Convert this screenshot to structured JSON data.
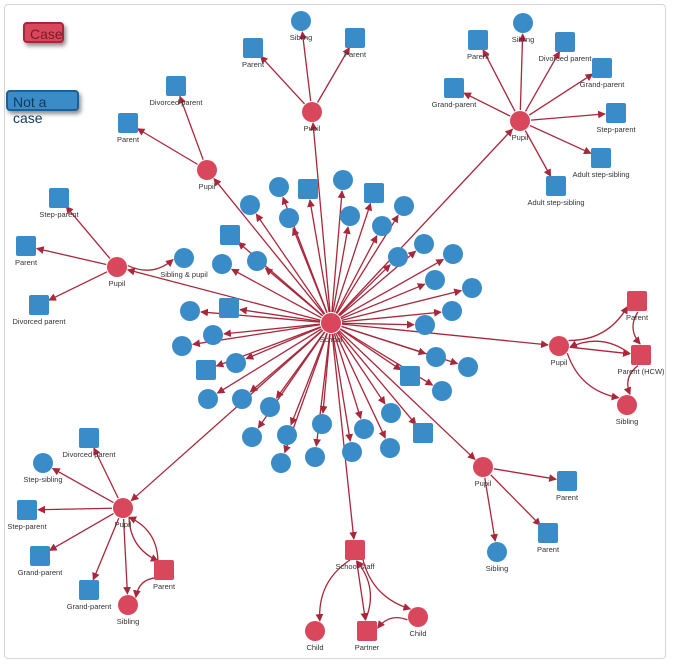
{
  "legend": {
    "case_label": "Case",
    "not_case_label": "Not a case"
  },
  "colors": {
    "case": "#d8475c",
    "not_case": "#3a8cc8",
    "edge": "#a9273a"
  },
  "nodes": [
    {
      "id": "school",
      "label": "School",
      "cls": "case",
      "shape": "circle"
    },
    {
      "id": "p_top",
      "label": "Pupil",
      "cls": "case",
      "shape": "circle"
    },
    {
      "id": "p_top_sib",
      "label": "Sibling",
      "cls": "not_case",
      "shape": "circle"
    },
    {
      "id": "p_top_par1",
      "label": "Parent",
      "cls": "not_case",
      "shape": "square"
    },
    {
      "id": "p_top_par2",
      "label": "Parent",
      "cls": "not_case",
      "shape": "square"
    },
    {
      "id": "p_tl",
      "label": "Pupil",
      "cls": "case",
      "shape": "circle"
    },
    {
      "id": "p_tl_div",
      "label": "Divorced parent",
      "cls": "not_case",
      "shape": "square"
    },
    {
      "id": "p_tl_par",
      "label": "Parent",
      "cls": "not_case",
      "shape": "square"
    },
    {
      "id": "p_tr",
      "label": "Pupil",
      "cls": "case",
      "shape": "circle"
    },
    {
      "id": "p_tr_sib",
      "label": "Sibling",
      "cls": "not_case",
      "shape": "circle"
    },
    {
      "id": "p_tr_par",
      "label": "Parent",
      "cls": "not_case",
      "shape": "square"
    },
    {
      "id": "p_tr_div",
      "label": "Divorced parent",
      "cls": "not_case",
      "shape": "square"
    },
    {
      "id": "p_tr_gp1",
      "label": "Grand-parent",
      "cls": "not_case",
      "shape": "square"
    },
    {
      "id": "p_tr_gp2",
      "label": "Grand-parent",
      "cls": "not_case",
      "shape": "square"
    },
    {
      "id": "p_tr_step",
      "label": "Step-parent",
      "cls": "not_case",
      "shape": "square"
    },
    {
      "id": "p_tr_as1",
      "label": "Adult step-sibling",
      "cls": "not_case",
      "shape": "square"
    },
    {
      "id": "p_tr_as2",
      "label": "Adult step-sibling",
      "cls": "not_case",
      "shape": "square"
    },
    {
      "id": "p_l",
      "label": "Pupil",
      "cls": "case",
      "shape": "circle"
    },
    {
      "id": "p_l_step",
      "label": "Step-parent",
      "cls": "not_case",
      "shape": "square"
    },
    {
      "id": "p_l_par",
      "label": "Parent",
      "cls": "not_case",
      "shape": "square"
    },
    {
      "id": "p_l_div",
      "label": "Divorced parent",
      "cls": "not_case",
      "shape": "square"
    },
    {
      "id": "p_l_sp",
      "label": "Sibling & pupil",
      "cls": "not_case",
      "shape": "circle"
    },
    {
      "id": "p_r",
      "label": "Pupil",
      "cls": "case",
      "shape": "circle"
    },
    {
      "id": "p_r_par",
      "label": "Parent",
      "cls": "case",
      "shape": "square"
    },
    {
      "id": "p_r_hcw",
      "label": "Parent (HCW)",
      "cls": "case",
      "shape": "square"
    },
    {
      "id": "p_r_sib",
      "label": "Sibling",
      "cls": "case",
      "shape": "circle"
    },
    {
      "id": "p_bl",
      "label": "Pupil",
      "cls": "case",
      "shape": "circle"
    },
    {
      "id": "p_bl_div",
      "label": "Divorced parent",
      "cls": "not_case",
      "shape": "square"
    },
    {
      "id": "p_bl_ss",
      "label": "Step-sibling",
      "cls": "not_case",
      "shape": "circle"
    },
    {
      "id": "p_bl_step",
      "label": "Step-parent",
      "cls": "not_case",
      "shape": "square"
    },
    {
      "id": "p_bl_gp1",
      "label": "Grand-parent",
      "cls": "not_case",
      "shape": "square"
    },
    {
      "id": "p_bl_gp2",
      "label": "Grand-parent",
      "cls": "not_case",
      "shape": "square"
    },
    {
      "id": "p_bl_par",
      "label": "Parent",
      "cls": "case",
      "shape": "square"
    },
    {
      "id": "p_bl_sib",
      "label": "Sibling",
      "cls": "case",
      "shape": "circle"
    },
    {
      "id": "p_br",
      "label": "Pupil",
      "cls": "case",
      "shape": "circle"
    },
    {
      "id": "p_br_par1",
      "label": "Parent",
      "cls": "not_case",
      "shape": "square"
    },
    {
      "id": "p_br_par2",
      "label": "Parent",
      "cls": "not_case",
      "shape": "square"
    },
    {
      "id": "p_br_sib",
      "label": "Sibling",
      "cls": "not_case",
      "shape": "circle"
    },
    {
      "id": "staff",
      "label": "School staff",
      "cls": "case",
      "shape": "square"
    },
    {
      "id": "staff_c1",
      "label": "Child",
      "cls": "case",
      "shape": "circle"
    },
    {
      "id": "staff_pt",
      "label": "Partner",
      "cls": "case",
      "shape": "square"
    },
    {
      "id": "staff_c2",
      "label": "Child",
      "cls": "case",
      "shape": "circle"
    },
    {
      "id": "u1",
      "label": "",
      "cls": "not_case",
      "shape": "circle"
    },
    {
      "id": "u2",
      "label": "",
      "cls": "not_case",
      "shape": "square"
    },
    {
      "id": "u3",
      "label": "",
      "cls": "not_case",
      "shape": "circle"
    },
    {
      "id": "u4",
      "label": "",
      "cls": "not_case",
      "shape": "square"
    },
    {
      "id": "u5",
      "label": "",
      "cls": "not_case",
      "shape": "circle"
    },
    {
      "id": "u6",
      "label": "",
      "cls": "not_case",
      "shape": "circle"
    },
    {
      "id": "u7",
      "label": "",
      "cls": "not_case",
      "shape": "circle"
    },
    {
      "id": "u8",
      "label": "",
      "cls": "not_case",
      "shape": "circle"
    },
    {
      "id": "u9",
      "label": "",
      "cls": "not_case",
      "shape": "circle"
    },
    {
      "id": "u10",
      "label": "",
      "cls": "not_case",
      "shape": "circle"
    },
    {
      "id": "u11",
      "label": "",
      "cls": "not_case",
      "shape": "square"
    },
    {
      "id": "u12",
      "label": "",
      "cls": "not_case",
      "shape": "circle"
    },
    {
      "id": "u13",
      "label": "",
      "cls": "not_case",
      "shape": "circle"
    },
    {
      "id": "u14",
      "label": "",
      "cls": "not_case",
      "shape": "circle"
    },
    {
      "id": "u15",
      "label": "",
      "cls": "not_case",
      "shape": "circle"
    },
    {
      "id": "u16",
      "label": "",
      "cls": "not_case",
      "shape": "circle"
    },
    {
      "id": "u17",
      "label": "",
      "cls": "not_case",
      "shape": "circle"
    },
    {
      "id": "u18",
      "label": "",
      "cls": "not_case",
      "shape": "circle"
    },
    {
      "id": "u19",
      "label": "",
      "cls": "not_case",
      "shape": "circle"
    },
    {
      "id": "u20",
      "label": "",
      "cls": "not_case",
      "shape": "circle"
    },
    {
      "id": "u21",
      "label": "",
      "cls": "not_case",
      "shape": "circle"
    },
    {
      "id": "u22",
      "label": "",
      "cls": "not_case",
      "shape": "circle"
    },
    {
      "id": "u23",
      "label": "",
      "cls": "not_case",
      "shape": "square"
    },
    {
      "id": "u24",
      "label": "",
      "cls": "not_case",
      "shape": "circle"
    },
    {
      "id": "u25",
      "label": "",
      "cls": "not_case",
      "shape": "circle"
    },
    {
      "id": "u26",
      "label": "",
      "cls": "not_case",
      "shape": "circle"
    },
    {
      "id": "u27",
      "label": "",
      "cls": "not_case",
      "shape": "square"
    },
    {
      "id": "u28",
      "label": "",
      "cls": "not_case",
      "shape": "circle"
    },
    {
      "id": "u29",
      "label": "",
      "cls": "not_case",
      "shape": "circle"
    },
    {
      "id": "u30",
      "label": "",
      "cls": "not_case",
      "shape": "circle"
    },
    {
      "id": "u31",
      "label": "",
      "cls": "not_case",
      "shape": "circle"
    },
    {
      "id": "u32",
      "label": "",
      "cls": "not_case",
      "shape": "square"
    },
    {
      "id": "u33",
      "label": "",
      "cls": "not_case",
      "shape": "circle"
    },
    {
      "id": "u34",
      "label": "",
      "cls": "not_case",
      "shape": "circle"
    },
    {
      "id": "u35",
      "label": "",
      "cls": "not_case",
      "shape": "circle"
    },
    {
      "id": "u36",
      "label": "",
      "cls": "not_case",
      "shape": "circle"
    },
    {
      "id": "u37",
      "label": "",
      "cls": "not_case",
      "shape": "circle"
    },
    {
      "id": "u38",
      "label": "",
      "cls": "not_case",
      "shape": "circle"
    },
    {
      "id": "u39",
      "label": "",
      "cls": "not_case",
      "shape": "square"
    },
    {
      "id": "u40",
      "label": "",
      "cls": "not_case",
      "shape": "circle"
    },
    {
      "id": "u41",
      "label": "",
      "cls": "not_case",
      "shape": "circle"
    },
    {
      "id": "u42",
      "label": "",
      "cls": "not_case",
      "shape": "circle"
    },
    {
      "id": "u43",
      "label": "",
      "cls": "not_case",
      "shape": "circle"
    },
    {
      "id": "u44",
      "label": "",
      "cls": "not_case",
      "shape": "square"
    },
    {
      "id": "u45",
      "label": "",
      "cls": "not_case",
      "shape": "circle"
    },
    {
      "id": "u46",
      "label": "",
      "cls": "not_case",
      "shape": "circle"
    },
    {
      "id": "u47",
      "label": "",
      "cls": "not_case",
      "shape": "circle"
    },
    {
      "id": "u48",
      "label": "",
      "cls": "not_case",
      "shape": "circle"
    },
    {
      "id": "u49",
      "label": "",
      "cls": "not_case",
      "shape": "circle"
    },
    {
      "id": "u50",
      "label": "",
      "cls": "not_case",
      "shape": "square"
    },
    {
      "id": "u51",
      "label": "",
      "cls": "not_case",
      "shape": "circle"
    },
    {
      "id": "u52",
      "label": "",
      "cls": "not_case",
      "shape": "circle"
    }
  ],
  "edges": [
    [
      "school",
      "p_top"
    ],
    [
      "school",
      "p_tl"
    ],
    [
      "school",
      "p_tr"
    ],
    [
      "school",
      "p_l"
    ],
    [
      "school",
      "p_r"
    ],
    [
      "school",
      "p_bl"
    ],
    [
      "school",
      "p_br"
    ],
    [
      "school",
      "staff"
    ],
    [
      "p_top",
      "p_top_sib"
    ],
    [
      "p_top",
      "p_top_par1"
    ],
    [
      "p_top",
      "p_top_par2"
    ],
    [
      "p_tl",
      "p_tl_div"
    ],
    [
      "p_tl",
      "p_tl_par"
    ],
    [
      "p_tr",
      "p_tr_sib"
    ],
    [
      "p_tr",
      "p_tr_par"
    ],
    [
      "p_tr",
      "p_tr_div"
    ],
    [
      "p_tr",
      "p_tr_gp1"
    ],
    [
      "p_tr",
      "p_tr_gp2"
    ],
    [
      "p_tr",
      "p_tr_step"
    ],
    [
      "p_tr",
      "p_tr_as1"
    ],
    [
      "p_tr",
      "p_tr_as2"
    ],
    [
      "p_l",
      "p_l_step"
    ],
    [
      "p_l",
      "p_l_par"
    ],
    [
      "p_l",
      "p_l_div"
    ],
    [
      "p_l",
      "p_l_sp"
    ],
    [
      "p_r",
      "p_r_par"
    ],
    [
      "p_r",
      "p_r_hcw"
    ],
    [
      "p_r",
      "p_r_sib"
    ],
    [
      "p_r_par",
      "p_r_hcw"
    ],
    [
      "p_r_hcw",
      "p_r"
    ],
    [
      "p_r_hcw",
      "p_r_sib"
    ],
    [
      "p_bl",
      "p_bl_div"
    ],
    [
      "p_bl",
      "p_bl_ss"
    ],
    [
      "p_bl",
      "p_bl_step"
    ],
    [
      "p_bl",
      "p_bl_gp1"
    ],
    [
      "p_bl",
      "p_bl_gp2"
    ],
    [
      "p_bl",
      "p_bl_par"
    ],
    [
      "p_bl",
      "p_bl_sib"
    ],
    [
      "p_bl_par",
      "p_bl"
    ],
    [
      "p_bl_par",
      "p_bl_sib"
    ],
    [
      "p_br",
      "p_br_par1"
    ],
    [
      "p_br",
      "p_br_par2"
    ],
    [
      "p_br",
      "p_br_sib"
    ],
    [
      "staff",
      "staff_c1"
    ],
    [
      "staff",
      "staff_pt"
    ],
    [
      "staff",
      "staff_c2"
    ],
    [
      "staff_pt",
      "staff"
    ],
    [
      "staff_c2",
      "staff_pt"
    ],
    [
      "school",
      "u1"
    ],
    [
      "school",
      "u2"
    ],
    [
      "school",
      "u3"
    ],
    [
      "school",
      "u4"
    ],
    [
      "school",
      "u5"
    ],
    [
      "school",
      "u6"
    ],
    [
      "school",
      "u7"
    ],
    [
      "school",
      "u8"
    ],
    [
      "school",
      "u9"
    ],
    [
      "school",
      "u10"
    ],
    [
      "school",
      "u11"
    ],
    [
      "school",
      "u12"
    ],
    [
      "school",
      "u13"
    ],
    [
      "school",
      "u14"
    ],
    [
      "school",
      "u15"
    ],
    [
      "school",
      "u16"
    ],
    [
      "school",
      "u17"
    ],
    [
      "school",
      "u18"
    ],
    [
      "school",
      "u19"
    ],
    [
      "school",
      "u20"
    ],
    [
      "school",
      "u21"
    ],
    [
      "school",
      "u22"
    ],
    [
      "school",
      "u23"
    ],
    [
      "school",
      "u24"
    ],
    [
      "school",
      "u25"
    ],
    [
      "school",
      "u26"
    ],
    [
      "school",
      "u27"
    ],
    [
      "school",
      "u28"
    ],
    [
      "school",
      "u29"
    ],
    [
      "school",
      "u30"
    ],
    [
      "school",
      "u31"
    ],
    [
      "school",
      "u32"
    ],
    [
      "school",
      "u33"
    ],
    [
      "school",
      "u34"
    ],
    [
      "school",
      "u35"
    ],
    [
      "school",
      "u36"
    ],
    [
      "school",
      "u37"
    ],
    [
      "school",
      "u38"
    ],
    [
      "school",
      "u39"
    ],
    [
      "school",
      "u40"
    ],
    [
      "school",
      "u41"
    ],
    [
      "school",
      "u42"
    ],
    [
      "school",
      "u43"
    ],
    [
      "school",
      "u44"
    ],
    [
      "school",
      "u45"
    ],
    [
      "school",
      "u46"
    ],
    [
      "school",
      "u47"
    ],
    [
      "school",
      "u48"
    ],
    [
      "school",
      "u49"
    ],
    [
      "school",
      "u50"
    ],
    [
      "school",
      "u51"
    ],
    [
      "school",
      "u52"
    ]
  ]
}
